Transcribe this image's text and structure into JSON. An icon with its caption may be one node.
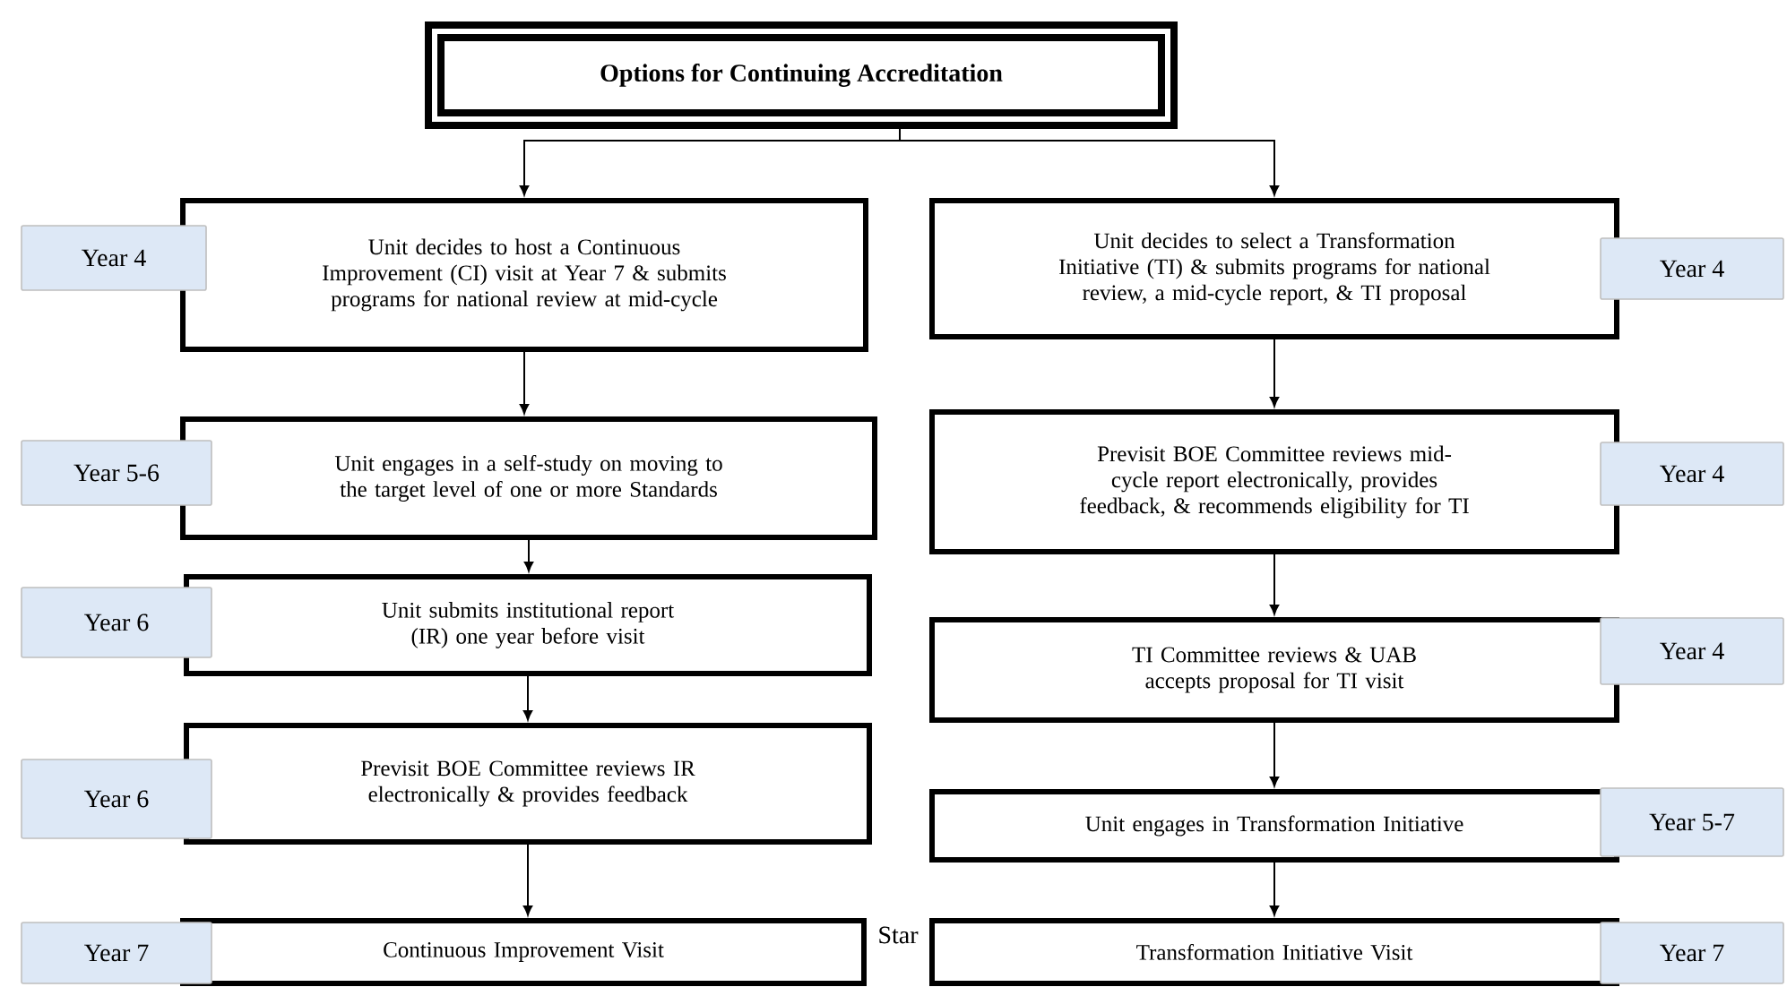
{
  "diagram": {
    "nodes": [
      {
        "text": [
          "Options for Continuing Accreditation"
        ]
      },
      {
        "text": [
          "Unit decides to host a Continuous Improvement (CI) visit at Year 7 & submits programs for national review at mid-cycle"
        ]
      },
      {
        "text": [
          "Year 4"
        ]
      },
      {
        "text": [
          "Unit engages in a self-study on moving to the target level of one or more Standards"
        ]
      },
      {
        "text": [
          "Year 5-6"
        ]
      },
      {
        "text": [
          "Unit submits institutional report (IR) one year before visit"
        ]
      },
      {
        "text": [
          "Year 6"
        ]
      },
      {
        "text": [
          "Previsit BOE Committee reviews IR electronically & provides feedback"
        ]
      },
      {
        "text": [
          "Year 6"
        ]
      },
      {
        "text": [
          "Continuous Improvement Visit"
        ]
      },
      {
        "text": [
          "Year 7"
        ]
      },
      {
        "text": [
          "Unit decides to select a Transformation Initiative (TI) & submits programs for national review, a mid-cycle report, & TI proposal"
        ]
      },
      {
        "text": [
          "Year 4"
        ]
      },
      {
        "text": [
          "Previsit BOE Committee reviews mid-cycle report electronically, provides feedback, & recommends eligibility for TI"
        ]
      },
      {
        "text": [
          "Year 4"
        ]
      },
      {
        "text": [
          "TI Committee reviews & UAB accepts proposal for TI visit"
        ]
      },
      {
        "text": [
          "Year 4"
        ]
      },
      {
        "text": [
          "Unit engages in Transformation Initiative"
        ]
      },
      {
        "text": [
          "Year  5-7"
        ]
      },
      {
        "text": [
          "Transformation Initiative Visit"
        ]
      },
      {
        "text": [
          "Year 7"
        ]
      }
    ],
    "edges": [
      {
        "from": 0,
        "to": 1,
        "arrow": "to"
      },
      {
        "from": 0,
        "to": 11,
        "arrow": "to"
      },
      {
        "from": 1,
        "to": 3,
        "arrow": "to"
      },
      {
        "from": 3,
        "to": 5,
        "arrow": "to"
      },
      {
        "from": 5,
        "to": 7,
        "arrow": "to"
      },
      {
        "from": 7,
        "to": 9,
        "arrow": "to"
      },
      {
        "from": 11,
        "to": 13,
        "arrow": "to"
      },
      {
        "from": 13,
        "to": 15,
        "arrow": "to"
      },
      {
        "from": 15,
        "to": 17,
        "arrow": "to"
      },
      {
        "from": 17,
        "to": 19,
        "arrow": "to"
      }
    ],
    "labels": [
      "Star"
    ]
  }
}
